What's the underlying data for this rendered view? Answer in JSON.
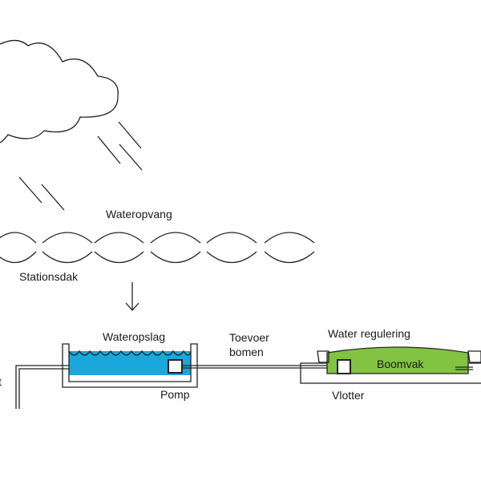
{
  "labels": {
    "catchment": "Wateropvang",
    "roof": "Stationsdak",
    "storage": "Wateropslag",
    "pump": "Pomp",
    "supply_line1": "Toevoer",
    "supply_line2": "bomen",
    "regulation": "Water regulering",
    "tree_bed": "Boomvak",
    "float": "Vlotter",
    "cut_off_left": "t"
  },
  "colors": {
    "water": "#1aa7dc",
    "tree_bed": "#82c341",
    "line": "#222222"
  }
}
